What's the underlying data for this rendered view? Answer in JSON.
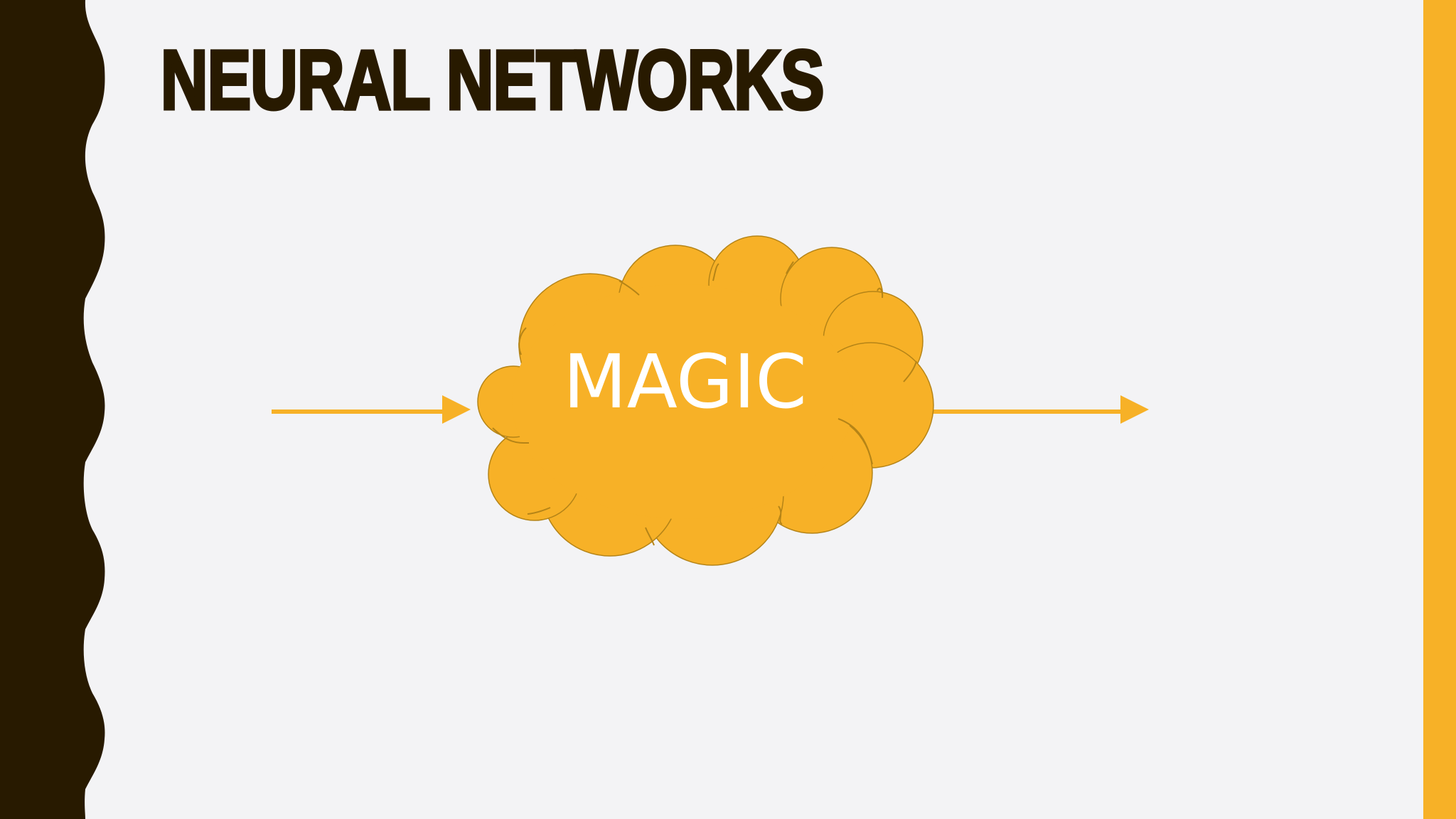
{
  "slide": {
    "title": "NEURAL NETWORKS",
    "colors": {
      "background": "#f3f3f5",
      "dark": "#281a00",
      "accent": "#f7b127",
      "cloud_text": "#ffffff"
    }
  },
  "diagram": {
    "center_label": "MAGIC",
    "elements": [
      "input-arrow",
      "magic-cloud",
      "output-arrow"
    ]
  }
}
